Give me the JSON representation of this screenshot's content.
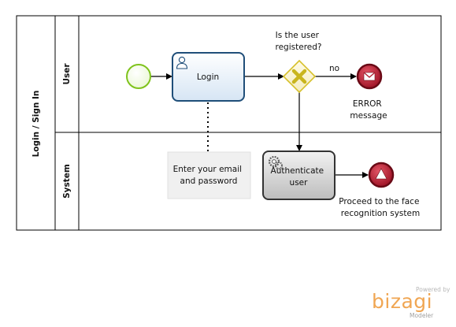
{
  "pool": {
    "label": "Login / Sign In"
  },
  "lanes": {
    "user": "User",
    "system": "System"
  },
  "tasks": {
    "login": "Login",
    "authenticate": [
      "Authenticate",
      "user"
    ]
  },
  "gateway": {
    "question": [
      "Is the user",
      "registered?"
    ]
  },
  "flows": {
    "no": "no"
  },
  "events": {
    "error": [
      "ERROR",
      "message"
    ],
    "proceed": [
      "Proceed to the face",
      "recognition system"
    ]
  },
  "annotation": [
    "Enter your email",
    "and password"
  ],
  "branding": {
    "powered_by": "Powered by",
    "name": "bizagi",
    "product": "Modeler"
  },
  "colors": {
    "start_event": "#7fc31c",
    "error_event": "#b01c2e",
    "gateway": "#e3ce30",
    "task_blue": "#1f4e79",
    "brand_orange": "#f0a653"
  }
}
